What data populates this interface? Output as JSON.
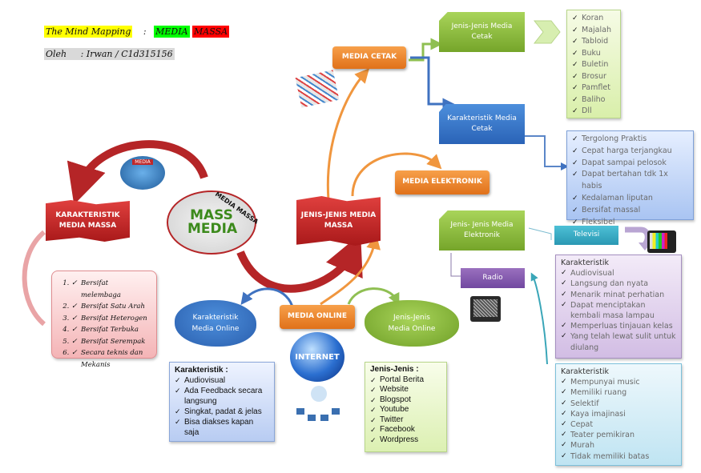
{
  "header": {
    "title_label": "The Mind Mapping",
    "separator": ":",
    "title_word1": "MEDIA",
    "title_word2": "MASSA",
    "author_label": "Oleh",
    "author_value": ": Irwan / C1d315156"
  },
  "center": {
    "image_caption": "MEDIA MASSA",
    "image_text": "MASS MEDIA",
    "signpost_label": "MEDIA"
  },
  "nodes": {
    "karakteristik_media_massa": "KARAKTERISTIK MEDIA MASSA",
    "jenis_media_massa": "JENIS-JENIS MEDIA MASSA",
    "media_cetak": "MEDIA CETAK",
    "media_elektronik": "MEDIA ELEKTRONIK",
    "media_online": "MEDIA ONLINE",
    "jenis_media_cetak": "Jenis-Jenis Media Cetak",
    "karakteristik_media_cetak": "Karakteristik Media Cetak",
    "jenis_media_elektronik": "Jenis- Jenis Media Elektronik",
    "televisi": "Televisi",
    "radio": "Radio",
    "karakteristik_media_online": "Karakteristik Media Online",
    "jenis_media_online": "Jenis-Jenis Media Online",
    "internet_label": "INTERNET"
  },
  "lists": {
    "karakteristik_media_massa": [
      "Bersifat melembaga",
      "Bersifat Satu Arah",
      "Bersifat Heterogen",
      "Bersifat Terbuka",
      "Bersifat Serempak",
      "Secara teknis dan Mekanis"
    ],
    "jenis_media_cetak": [
      "Koran",
      "Majalah",
      "Tabloid",
      "Buku",
      "Buletin",
      "Brosur",
      "Pamflet",
      "Baliho",
      "Dll"
    ],
    "karakteristik_media_cetak": [
      "Tergolong Praktis",
      "Cepat harga terjangkau",
      "Dapat sampai pelosok",
      "Dapat bertahan tdk 1x habis",
      "Kedalaman liputan",
      "Bersifat massal",
      "Fleksibel"
    ],
    "televisi": {
      "heading": "Karakteristik",
      "items": [
        "Audiovisual",
        "Langsung dan nyata",
        "Menarik minat perhatian",
        "Dapat menciptakan kembali masa lampau",
        "Memperluas tinjauan kelas",
        "Yang telah lewat sulit untuk diulang"
      ]
    },
    "radio": {
      "heading": "Karakteristik",
      "items": [
        "Mempunyai music",
        "Memiliki ruang",
        "Selektif",
        "Kaya imajinasi",
        "Cepat",
        "Teater pemikiran",
        "Murah",
        "Tidak memiliki batas"
      ]
    },
    "media_online_karakteristik": {
      "heading": "Karakteristik :",
      "items": [
        "Audiovisual",
        "Ada Feedback secara langsung",
        "Singkat, padat & jelas",
        "Bisa diakses kapan saja"
      ]
    },
    "media_online_jenis": {
      "heading": "Jenis-Jenis :",
      "items": [
        "Portal Berita",
        "Website",
        "Blogspot",
        "Youtube",
        "Twitter",
        "Facebook",
        "Wordpress"
      ]
    }
  },
  "colors": {
    "orange": "#e98a2f",
    "green": "#8fc13f",
    "blue": "#3c7bcc",
    "red": "#c0282a",
    "teal": "#36a9c4",
    "purple": "#8157ae"
  }
}
